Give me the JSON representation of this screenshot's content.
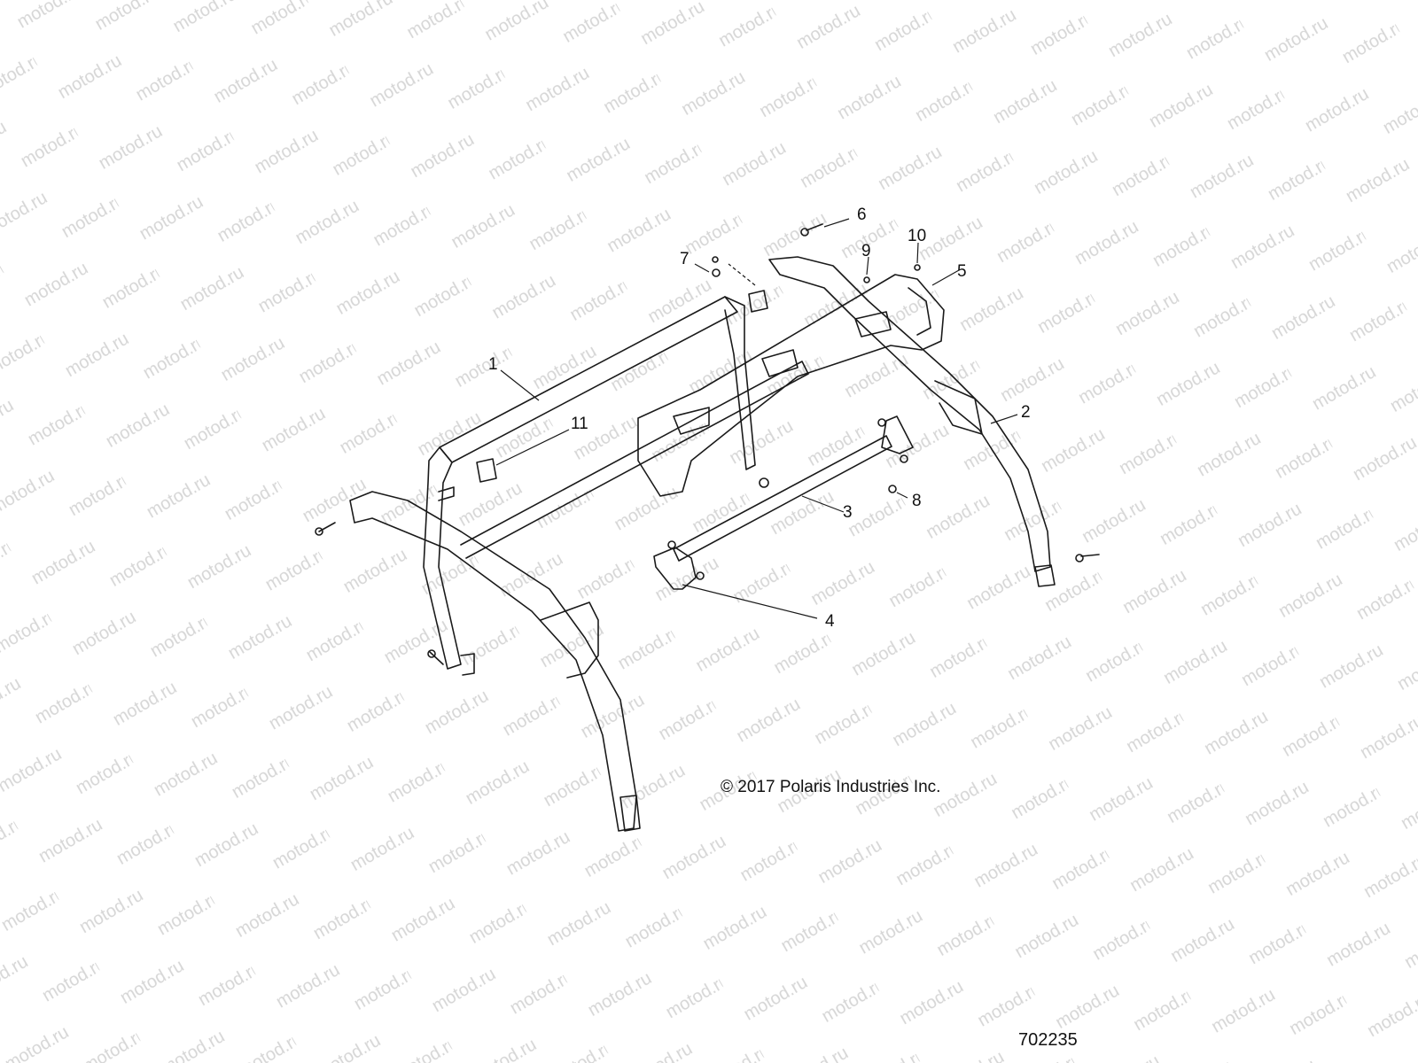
{
  "diagram": {
    "callouts": [
      {
        "id": "1",
        "label": "1"
      },
      {
        "id": "2",
        "label": "2"
      },
      {
        "id": "3",
        "label": "3"
      },
      {
        "id": "4",
        "label": "4"
      },
      {
        "id": "5",
        "label": "5"
      },
      {
        "id": "6",
        "label": "6"
      },
      {
        "id": "7",
        "label": "7"
      },
      {
        "id": "8",
        "label": "8"
      },
      {
        "id": "9",
        "label": "9"
      },
      {
        "id": "10",
        "label": "10"
      },
      {
        "id": "11",
        "label": "11"
      }
    ],
    "copyright": "© 2017 Polaris Industries Inc.",
    "drawing_number": "702235",
    "watermark_text": "motod.ru"
  }
}
